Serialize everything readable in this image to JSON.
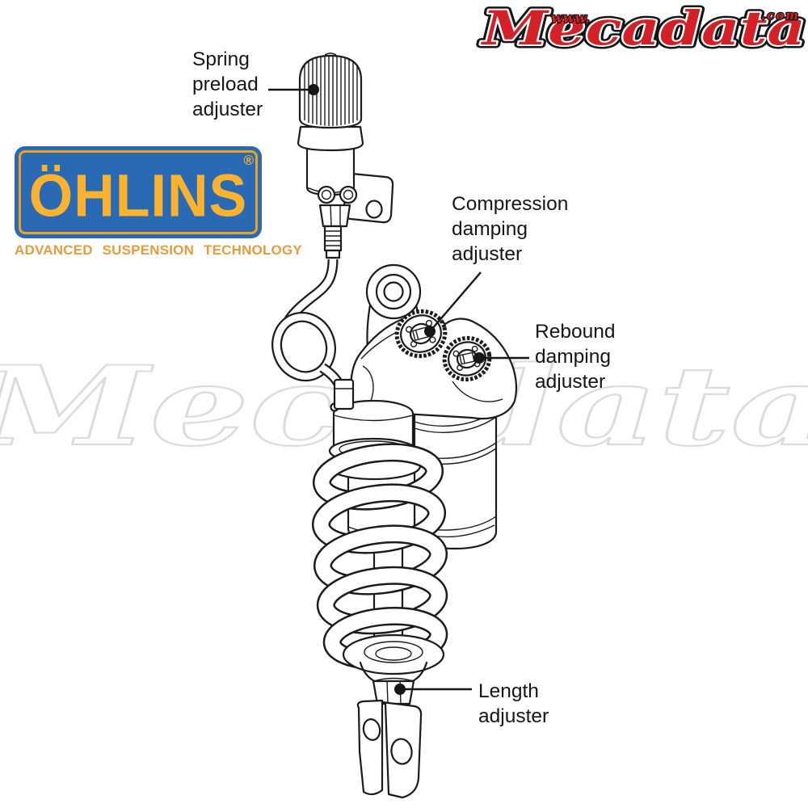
{
  "watermark": {
    "text": "Mecadata"
  },
  "mecadata_logo": {
    "prefix": "www.",
    "name": "Mecadata",
    "suffix": ".com"
  },
  "ohlins": {
    "brand": "ÖHLINS",
    "registered": "®",
    "tagline": "ADVANCED SUSPENSION TECHNOLOGY"
  },
  "labels": {
    "spring_preload": {
      "line1": "Spring",
      "line2": "preload",
      "line3": "adjuster"
    },
    "compression": {
      "line1": "Compression",
      "line2": "damping",
      "line3": "adjuster"
    },
    "rebound": {
      "line1": "Rebound",
      "line2": "damping",
      "line3": "adjuster"
    },
    "length": {
      "line1": "Length",
      "line2": "adjuster"
    }
  },
  "colors": {
    "ohlins_blue": "#2a69b4",
    "ohlins_yellow": "#fbb32f",
    "tagline_orange": "#e89b3c",
    "mecadata_red": "#d42027",
    "outline_black": "#151515",
    "watermark_gray": "#dcdcdc",
    "drawing_line": "#1b1b1b"
  }
}
